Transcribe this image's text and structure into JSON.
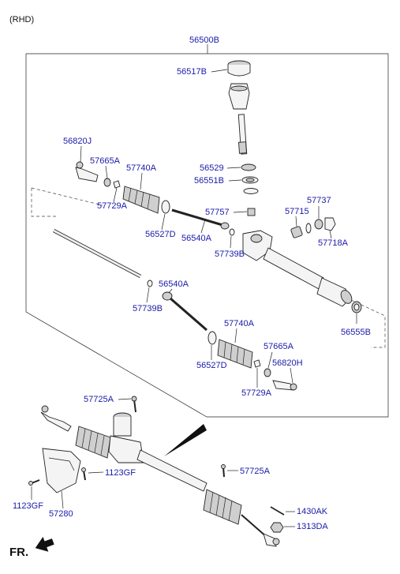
{
  "header": {
    "variant": "(RHD)",
    "assembly": "56500B"
  },
  "parts": {
    "p56517B": "56517B",
    "p56820J": "56820J",
    "p57665A_top": "57665A",
    "p57740A_top": "57740A",
    "p57729A_top": "57729A",
    "p56529": "56529",
    "p56551B": "56551B",
    "p57757": "57757",
    "p57737": "57737",
    "p57715": "57715",
    "p56527D_top": "56527D",
    "p56540A_top": "56540A",
    "p57739B_top": "57739B",
    "p57718A": "57718A",
    "p56540A_mid": "56540A",
    "p57739B_mid": "57739B",
    "p56555B": "56555B",
    "p57740A_bot": "57740A",
    "p57665A_bot": "57665A",
    "p56527D_bot": "56527D",
    "p56820H": "56820H",
    "p57729A_bot": "57729A",
    "p57725A_1": "57725A",
    "p1123GF_1": "1123GF",
    "p57725A_2": "57725A",
    "p1123GF_2": "1123GF",
    "p57280": "57280",
    "p1430AK": "1430AK",
    "p1313DA": "1313DA"
  },
  "direction": {
    "label": "FR.",
    "arrow": "front-arrow-icon"
  }
}
